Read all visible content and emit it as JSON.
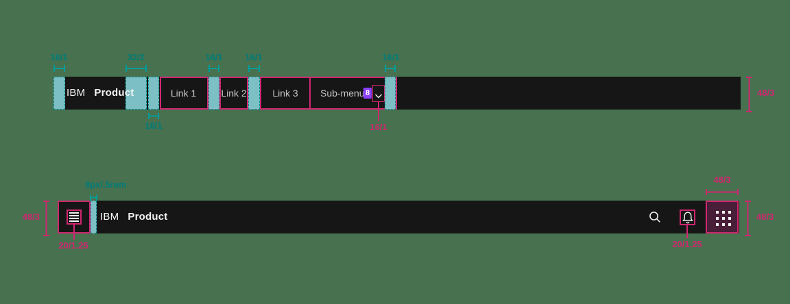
{
  "colors": {
    "bg": "#47714f",
    "bar": "#161616",
    "teal": "#009d9a",
    "teal_dark": "#007d79",
    "teal_fill": "#85ced4",
    "magenta": "#d02670",
    "switcher": "#491e38",
    "purple": "#8a3ffc",
    "text": "#f4f4f4",
    "text_dim": "#c6c6c6"
  },
  "top_header": {
    "brand": {
      "prefix": "IBM",
      "name": "Product"
    },
    "nav": {
      "links": [
        "Link 1",
        "Link 2",
        "Link 3"
      ],
      "submenu": {
        "label": "Sub-menu",
        "badge": "8"
      }
    },
    "annotations": {
      "above": [
        "16/1",
        "32/2",
        "16/1",
        "16/1",
        "16/1"
      ],
      "nav_padding": "16/1",
      "chevron_gap": "16/1",
      "bar_height": "48/3"
    }
  },
  "bottom_header": {
    "brand": {
      "prefix": "IBM",
      "name": "Product"
    },
    "annotations": {
      "bar_height": "48/3",
      "menu_icon": "20/1.25",
      "brand_gap": "8px/.5rem",
      "bell_icon": "20/1.25",
      "switcher_width": "48/3",
      "switcher_height": "48/3"
    }
  },
  "icons": {
    "menu": "menu-icon",
    "search": "search-icon",
    "notification": "bell-icon",
    "app_switcher": "grid-icon",
    "submenu_chevron": "chevron-down-icon"
  }
}
